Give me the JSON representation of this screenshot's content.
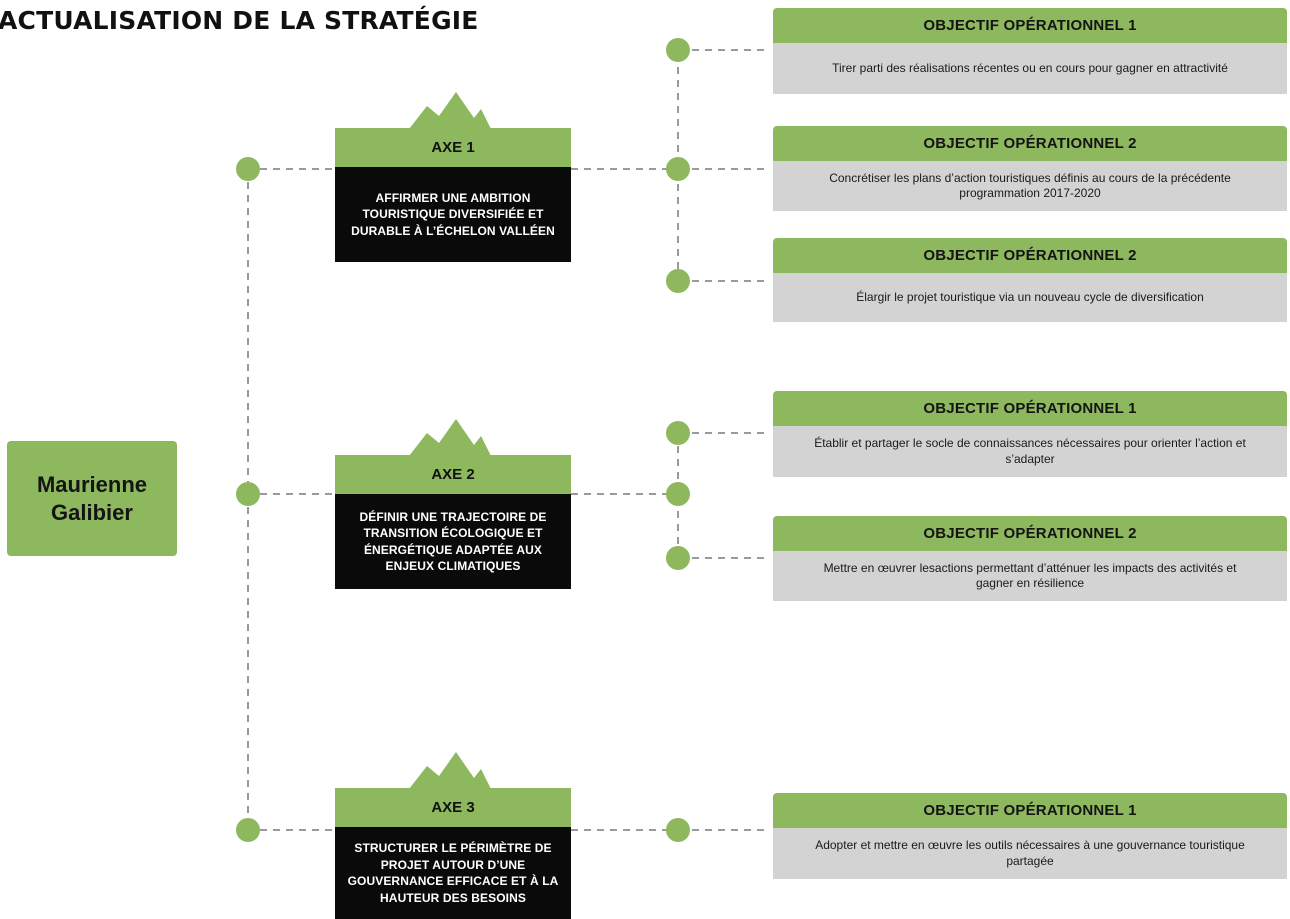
{
  "title": "ACTUALISATION DE LA STRATÉGIE",
  "root": {
    "line1": "Maurienne",
    "line2": "Galibier"
  },
  "axes": [
    {
      "label": "AXE 1",
      "text": "AFFIRMER UNE AMBITION TOURISTIQUE DIVERSIFIÉE ET DURABLE À L’ÉCHELON VALLÉEN"
    },
    {
      "label": "AXE 2",
      "text": "DÉFINIR UNE TRAJECTOIRE DE TRANSITION ÉCOLOGIQUE ET ÉNERGÉTIQUE ADAPTÉE AUX ENJEUX CLIMATIQUES"
    },
    {
      "label": "AXE 3",
      "text": "STRUCTURER LE PÉRIMÈTRE DE PROJET AUTOUR D’UNE GOUVERNANCE EFFICACE ET À LA HAUTEUR DES BESOINS"
    }
  ],
  "objectives": [
    {
      "title": "OBJECTIF OPÉRATIONNEL 1",
      "text": "Tirer parti des réalisations récentes ou en cours pour gagner en attractivité"
    },
    {
      "title": "OBJECTIF OPÉRATIONNEL 2",
      "text": "Concrétiser les plans d’action touristiques définis au cours de la précédente programmation 2017-2020"
    },
    {
      "title": "OBJECTIF OPÉRATIONNEL 2",
      "text": "Élargir le projet touristique via un nouveau cycle de diversification"
    },
    {
      "title": "OBJECTIF OPÉRATIONNEL 1",
      "text": "Établir et partager le socle de connaissances nécessaires pour orienter l’action et s’adapter"
    },
    {
      "title": "OBJECTIF OPÉRATIONNEL 2",
      "text": "Mettre en œuvrer lesactions permettant d’atténuer les impacts des activités et gagner en résilience"
    },
    {
      "title": "OBJECTIF OPÉRATIONNEL 1",
      "text": "Adopter et mettre en œuvre les outils nécessaires à une gouvernance touristique partagée"
    }
  ],
  "colors": {
    "green": "#8db85e",
    "black": "#0a0a0a",
    "grey": "#d3d3d3",
    "dash": "#9a9a9a"
  }
}
